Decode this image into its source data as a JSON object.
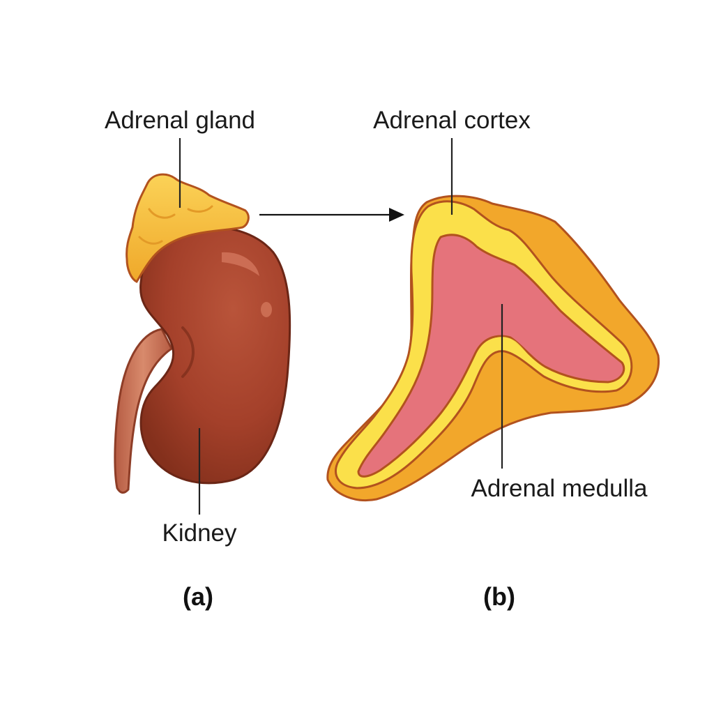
{
  "labels": {
    "adrenal_gland": "Adrenal gland",
    "kidney": "Kidney",
    "adrenal_cortex": "Adrenal cortex",
    "adrenal_medulla": "Adrenal medulla"
  },
  "panels": {
    "a": "(a)",
    "b": "(b)"
  },
  "colors": {
    "kidney": "#a8432a",
    "kidney_dark": "#7a2c19",
    "ureter": "#c86f55",
    "gland_yellow": "#f7c23a",
    "cortex_outer": "#f2a72b",
    "cortex_bright": "#fbe04a",
    "medulla": "#e5737b",
    "outline": "#b2521e"
  }
}
